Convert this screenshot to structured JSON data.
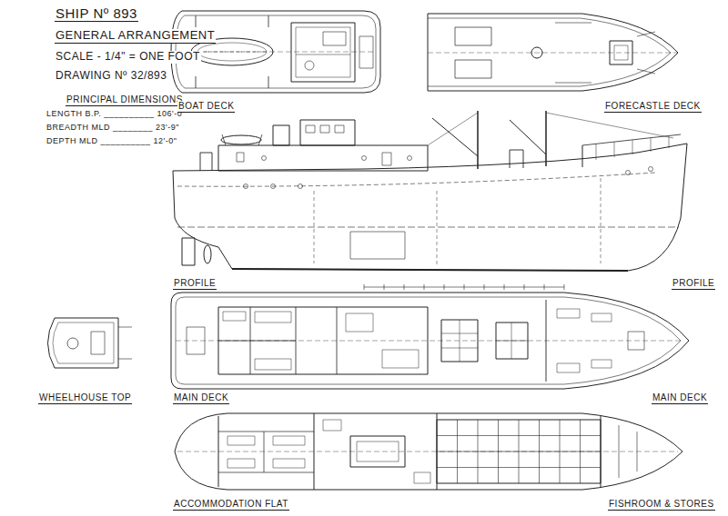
{
  "diagram": {
    "title": "SHIP Nº 893",
    "labels": [
      "GENERAL ARRANGEMENT",
      "SCALE - 1/4\" = ONE FOOT",
      "DRAWING Nº 32/893",
      "PRINCIPAL DIMENSIONS",
      "LENGTH B.P. __________ 106'-0\"",
      "BREADTH MLD ________ 23'-9\"",
      "DEPTH MLD __________ 12'-0\"",
      "BOAT DECK",
      "FORECASTLE DECK",
      "PROFILE",
      "PROFILE",
      "MAIN DECK",
      "MAIN DECK",
      "WHEELHOUSE TOP",
      "ACCOMMODATION FLAT",
      "FISHROOM & STORES"
    ]
  }
}
